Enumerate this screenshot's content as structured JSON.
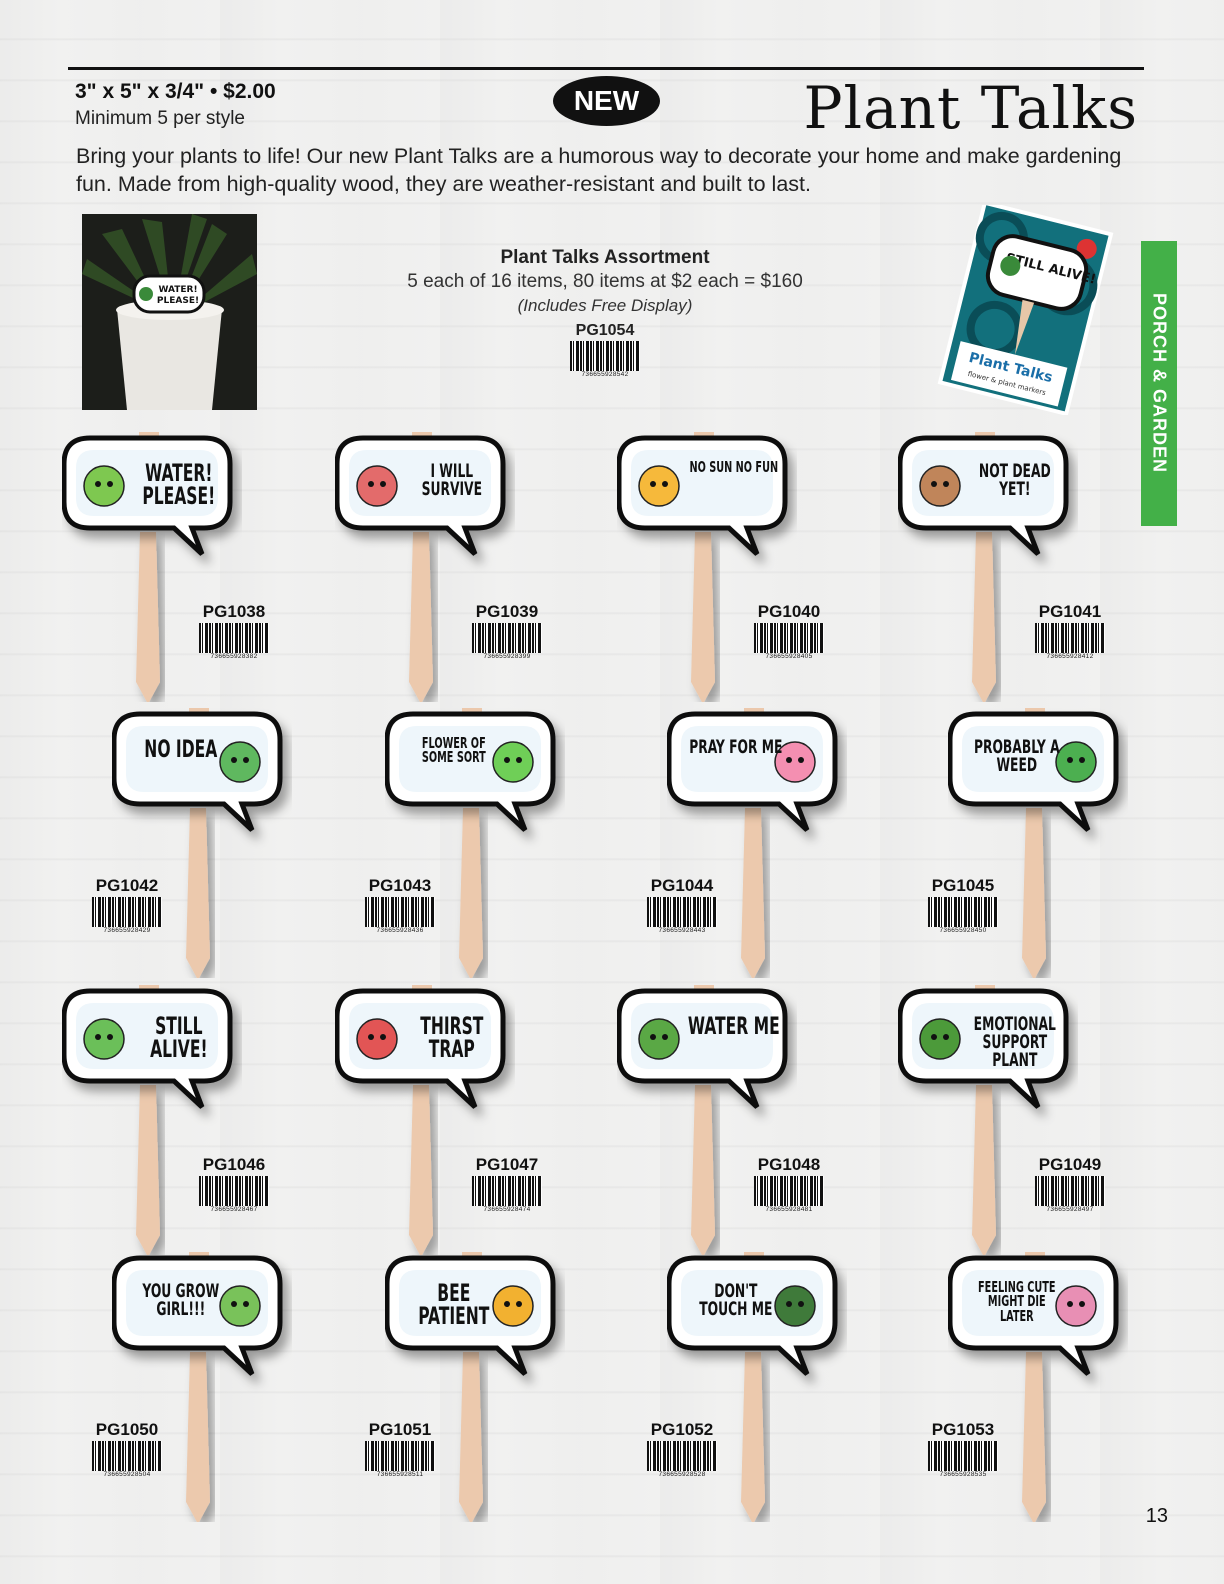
{
  "header": {
    "spec": "3\" x 5\" x 3/4\" • $2.00",
    "minimum": "Minimum 5 per style",
    "badge": "NEW",
    "title": "Plant Talks",
    "intro": "Bring your plants to life! Our new Plant Talks are a humorous way to decorate your home and make gardening fun. Made from high-quality wood, they are weather-resistant and built to last."
  },
  "photo": {
    "sign_text": "WATER! PLEASE!"
  },
  "assortment": {
    "title": "Plant Talks  Assortment",
    "line": "5 each of 16 items, 80 items at $2 each = $160",
    "note": "(Includes Free Display)",
    "code": "PG1054",
    "barcode": "736655928542"
  },
  "display_card": {
    "sign_text": "STILL ALIVE!",
    "brand": "Plant Talks",
    "tagline": "flower & plant markers"
  },
  "side_tab": "PORCH & GARDEN",
  "products": [
    {
      "sign": "WATER! PLEASE!",
      "code": "PG1038",
      "barcode": "736655928382"
    },
    {
      "sign": "I WILL SURVIVE",
      "code": "PG1039",
      "barcode": "736655928399"
    },
    {
      "sign": "NO SUN NO FUN",
      "code": "PG1040",
      "barcode": "736655928405"
    },
    {
      "sign": "NOT DEAD YET!",
      "code": "PG1041",
      "barcode": "736655928412"
    },
    {
      "sign": "NO IDEA",
      "code": "PG1042",
      "barcode": "736655928429"
    },
    {
      "sign": "FLOWER OF SOME SORT",
      "code": "PG1043",
      "barcode": "736655928436"
    },
    {
      "sign": "PRAY FOR ME",
      "code": "PG1044",
      "barcode": "736655928443"
    },
    {
      "sign": "PROBABLY A WEED",
      "code": "PG1045",
      "barcode": "736655928450"
    },
    {
      "sign": "STILL ALIVE!",
      "code": "PG1046",
      "barcode": "736655928467"
    },
    {
      "sign": "THIRST TRAP",
      "code": "PG1047",
      "barcode": "736655928474"
    },
    {
      "sign": "WATER ME",
      "code": "PG1048",
      "barcode": "736655928481"
    },
    {
      "sign": "EMOTIONAL SUPPORT PLANT",
      "code": "PG1049",
      "barcode": "736655928497"
    },
    {
      "sign": "YOU GROW GIRL!!!",
      "code": "PG1050",
      "barcode": "736655928504"
    },
    {
      "sign": "BEE PATIENT",
      "code": "PG1051",
      "barcode": "736655928511"
    },
    {
      "sign": "DON'T TOUCH ME",
      "code": "PG1052",
      "barcode": "736655928528"
    },
    {
      "sign": "FEELING CUTE MIGHT DIE LATER",
      "code": "PG1053",
      "barcode": "736655928535"
    }
  ],
  "page_number": "13"
}
